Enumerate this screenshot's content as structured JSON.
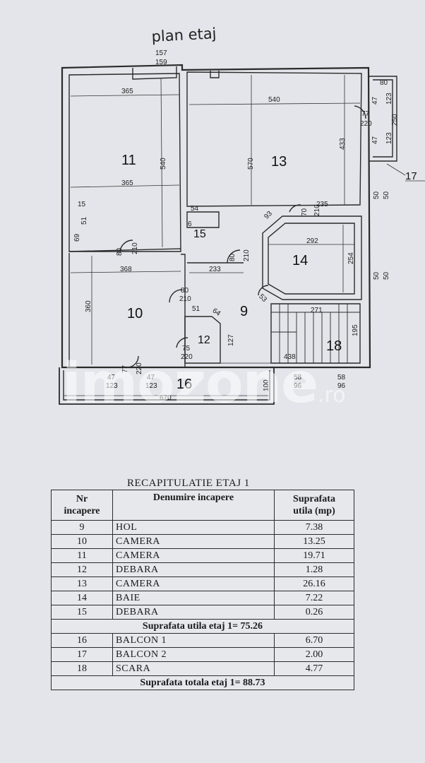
{
  "plan": {
    "title": "plan etaj",
    "watermark": "imozone",
    "watermark_tld": ".ro",
    "rooms": [
      {
        "id": "11",
        "label": "11"
      },
      {
        "id": "13",
        "label": "13"
      },
      {
        "id": "14",
        "label": "14"
      },
      {
        "id": "10",
        "label": "10"
      },
      {
        "id": "9",
        "label": "9"
      },
      {
        "id": "12",
        "label": "12"
      },
      {
        "id": "15",
        "label": "15"
      },
      {
        "id": "16",
        "label": "16"
      },
      {
        "id": "17",
        "label": "17"
      },
      {
        "id": "18",
        "label": "18"
      }
    ],
    "dimensions": [
      "157",
      "159",
      "365",
      "540",
      "365",
      "540",
      "570",
      "433",
      "80",
      "47",
      "123",
      "77",
      "220",
      "47",
      "123",
      "250",
      "15",
      "51",
      "69",
      "54",
      "6",
      "93",
      "70",
      "210",
      "235",
      "50",
      "50",
      "80",
      "210",
      "80",
      "210",
      "368",
      "233",
      "292",
      "254",
      "50",
      "50",
      "80",
      "210",
      "51",
      "64",
      "53",
      "271",
      "360",
      "75",
      "220",
      "127",
      "195",
      "438",
      "47",
      "123",
      "77",
      "220",
      "47",
      "123",
      "58",
      "96",
      "58",
      "96",
      "670",
      "100"
    ]
  },
  "recap": {
    "title": "RECAPITULATIE  ETAJ 1",
    "headers": {
      "nr_line1": "Nr",
      "nr_line2": "incapere",
      "name": "Denumire incapere",
      "area_line1": "Suprafata",
      "area_line2": "utila (mp)"
    },
    "rows_a": [
      {
        "nr": "9",
        "name": "HOL",
        "area": "7.38"
      },
      {
        "nr": "10",
        "name": "CAMERA",
        "area": "13.25"
      },
      {
        "nr": "11",
        "name": "CAMERA",
        "area": "19.71"
      },
      {
        "nr": "12",
        "name": "DEBARA",
        "area": "1.28"
      },
      {
        "nr": "13",
        "name": "CAMERA",
        "area": "26.16"
      },
      {
        "nr": "14",
        "name": "BAIE",
        "area": "7.22"
      },
      {
        "nr": "15",
        "name": "DEBARA",
        "area": "0.26"
      }
    ],
    "subtotal": "Suprafata utila etaj 1= 75.26",
    "rows_b": [
      {
        "nr": "16",
        "name": "BALCON  1",
        "area": "6.70"
      },
      {
        "nr": "17",
        "name": "BALCON  2",
        "area": "2.00"
      },
      {
        "nr": "18",
        "name": "SCARA",
        "area": "4.77"
      }
    ],
    "total": "Suprafata totala etaj 1= 88.73"
  }
}
